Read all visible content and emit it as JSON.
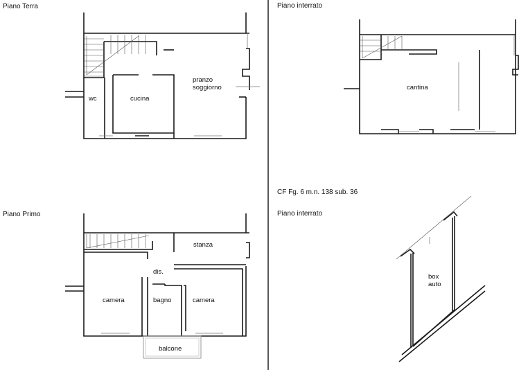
{
  "sections": {
    "piano_terra": "Piano Terra",
    "piano_interrato_top": "Piano interrato",
    "piano_primo": "Piano Primo",
    "cadastral_ref": "CF Fg. 6 m.n. 138 sub. 36",
    "piano_interrato_box": "Piano interrato"
  },
  "rooms": {
    "wc": "wc",
    "cucina": "cucina",
    "pranzo_1": "pranzo",
    "pranzo_2": "soggiorno",
    "cantina": "cantina",
    "stanza": "stanza",
    "dis": "dis.",
    "camera_left": "camera",
    "bagno": "bagno",
    "camera_right": "camera",
    "balcone": "balcone",
    "box_1": "box",
    "box_2": "auto"
  }
}
